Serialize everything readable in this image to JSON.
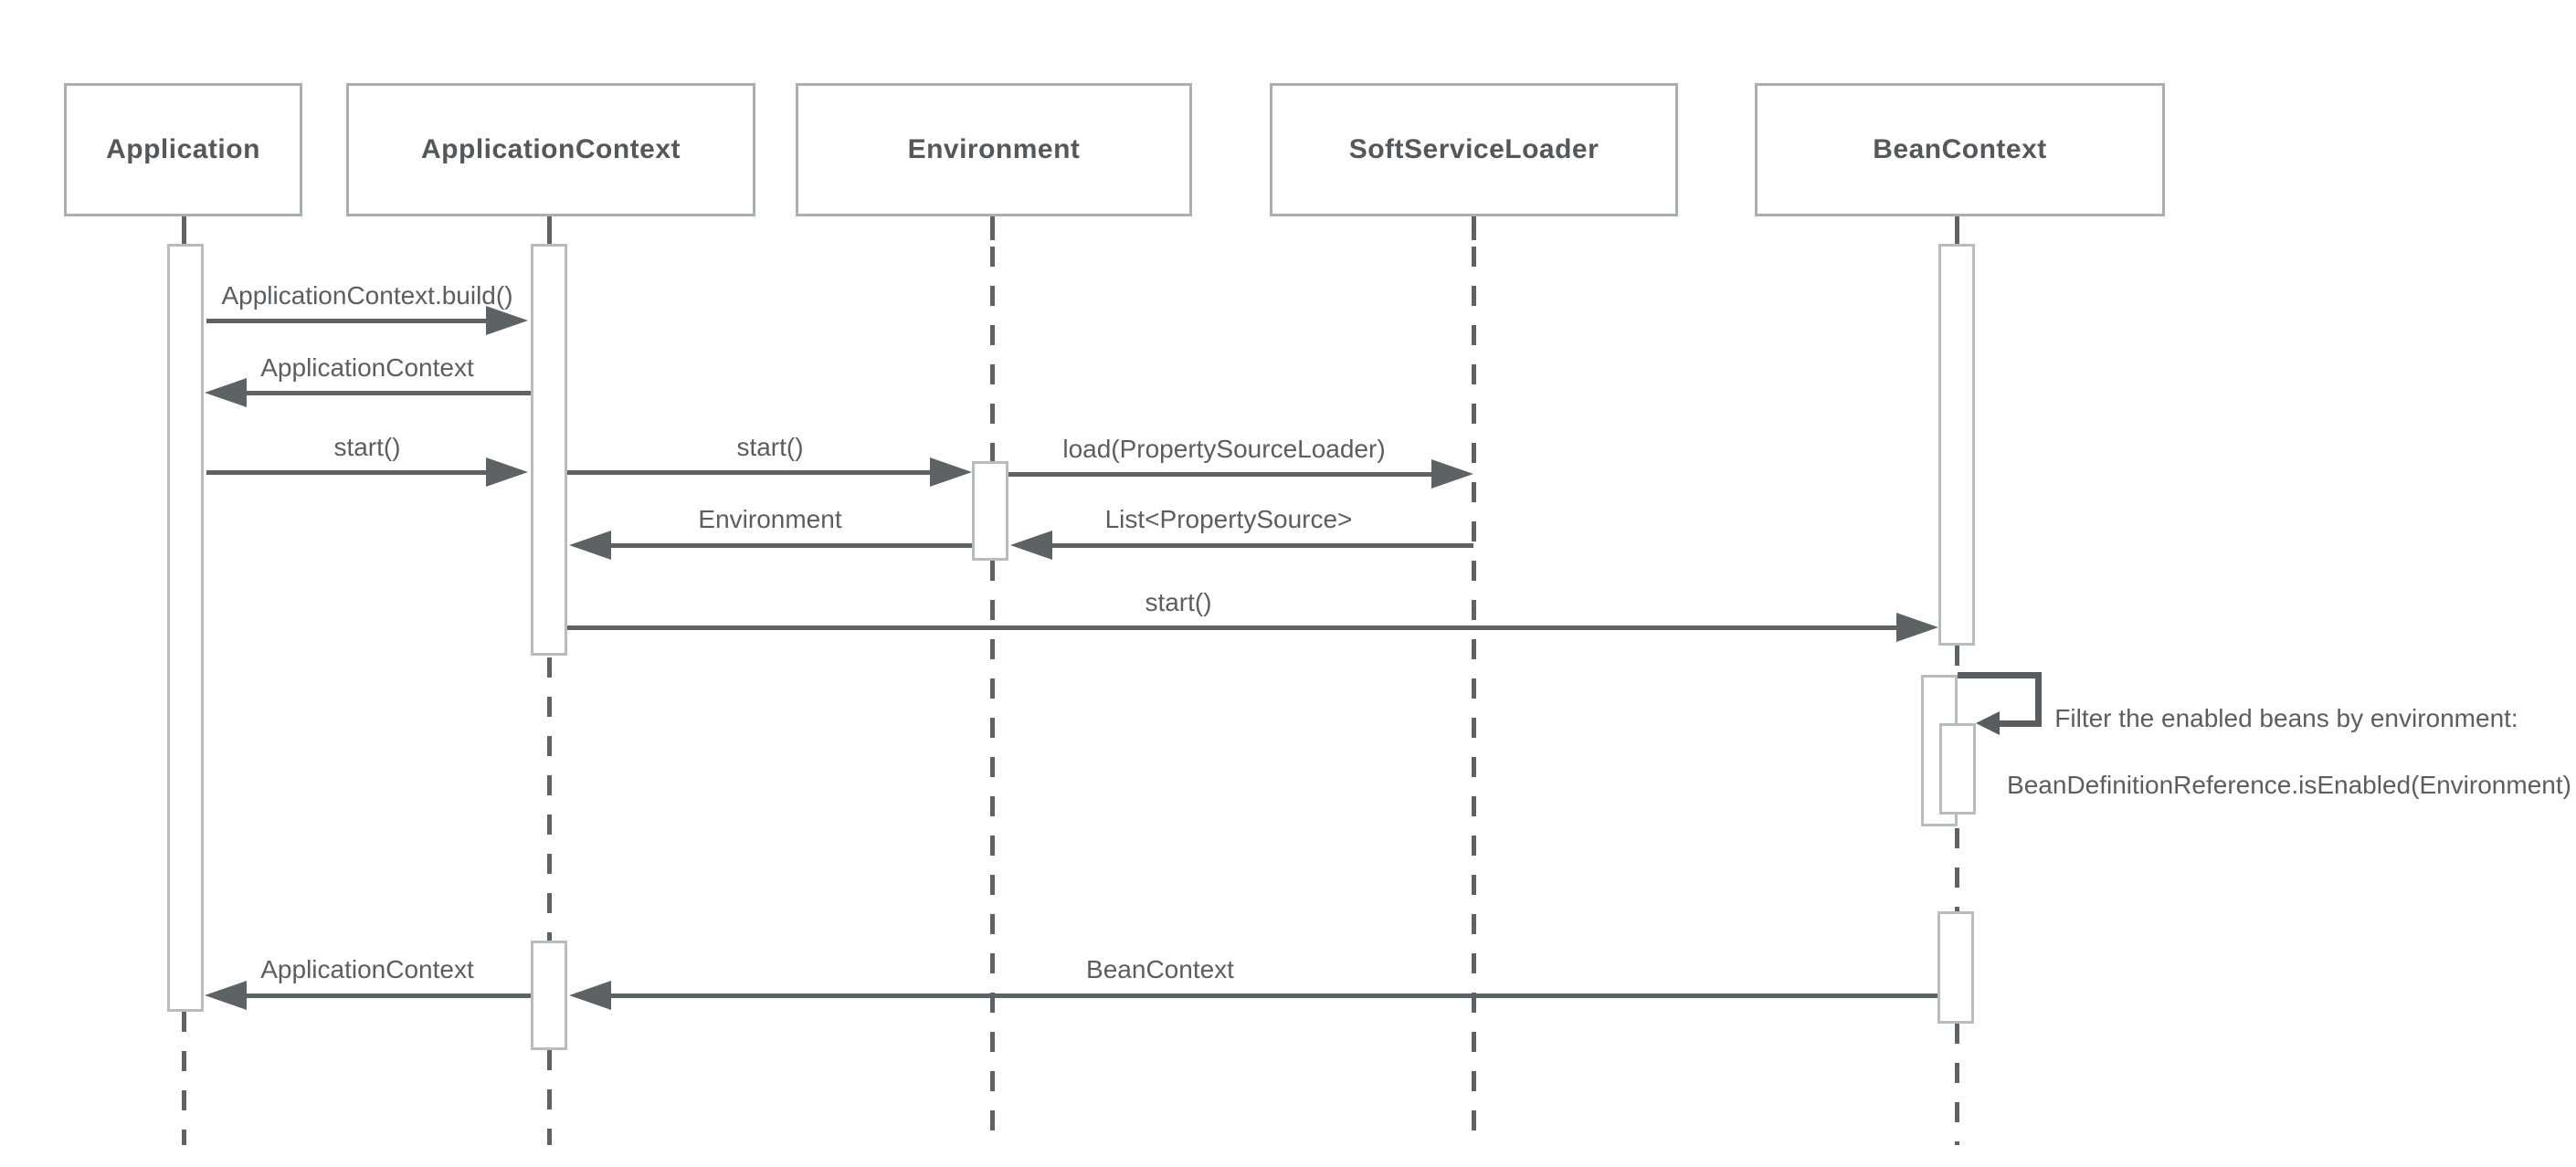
{
  "diagram": {
    "type": "uml-sequence",
    "participants": [
      {
        "name": "Application"
      },
      {
        "name": "ApplicationContext"
      },
      {
        "name": "Environment"
      },
      {
        "name": "SoftServiceLoader"
      },
      {
        "name": "BeanContext"
      }
    ],
    "messages": [
      {
        "label": "ApplicationContext.build()",
        "from": "Application",
        "to": "ApplicationContext",
        "kind": "call"
      },
      {
        "label": "ApplicationContext",
        "from": "ApplicationContext",
        "to": "Application",
        "kind": "return"
      },
      {
        "label": "start()",
        "from": "Application",
        "to": "ApplicationContext",
        "kind": "call"
      },
      {
        "label": "start()",
        "from": "ApplicationContext",
        "to": "Environment",
        "kind": "call"
      },
      {
        "label": "load(PropertySourceLoader)",
        "from": "Environment",
        "to": "SoftServiceLoader",
        "kind": "call"
      },
      {
        "label": "Environment",
        "from": "Environment",
        "to": "ApplicationContext",
        "kind": "return"
      },
      {
        "label": "List<PropertySource>",
        "from": "SoftServiceLoader",
        "to": "Environment",
        "kind": "return"
      },
      {
        "label": "start()",
        "from": "ApplicationContext",
        "to": "BeanContext",
        "kind": "call"
      },
      {
        "label": "BeanContext",
        "from": "BeanContext",
        "to": "ApplicationContext",
        "kind": "return"
      },
      {
        "label": "ApplicationContext",
        "from": "ApplicationContext",
        "to": "Application",
        "kind": "return"
      }
    ],
    "self_call": {
      "participant": "BeanContext",
      "note_line1": "Filter the enabled beans by environment:",
      "note_line2": "BeanDefinitionReference.isEnabled(Environment)"
    },
    "colors": {
      "background": "#ffffff",
      "box_border": "#a9aeb1",
      "box_text": "#54585b",
      "arrow": "#5d6265",
      "label_text": "#5a5e61",
      "activation_border": "#b7bcbf",
      "self_loop": "#595d5f"
    }
  }
}
